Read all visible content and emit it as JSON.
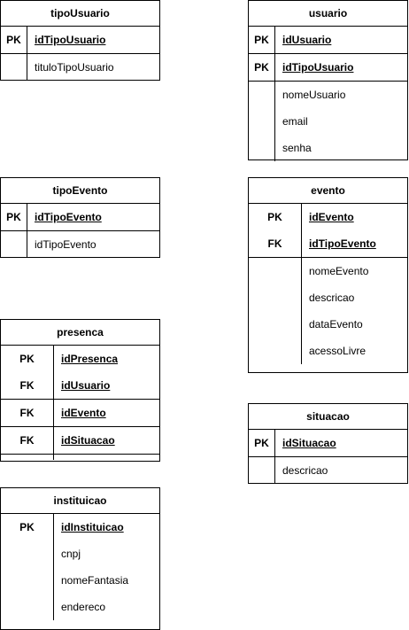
{
  "tables": {
    "tipoUsuario": {
      "title": "tipoUsuario",
      "rows": [
        {
          "key": "PK",
          "field": "idTipoUsuario"
        },
        {
          "key": "",
          "field": "tituloTipoUsuario"
        }
      ]
    },
    "usuario": {
      "title": "usuario",
      "rows": [
        {
          "key": "PK",
          "field": "idUsuario"
        },
        {
          "key": "PK",
          "field": "idTipoUsuario"
        },
        {
          "key": "",
          "field": "nomeUsuario"
        },
        {
          "key": "",
          "field": "email"
        },
        {
          "key": "",
          "field": "senha"
        }
      ]
    },
    "tipoEvento": {
      "title": "tipoEvento",
      "rows": [
        {
          "key": "PK",
          "field": "idTipoEvento"
        },
        {
          "key": "",
          "field": "idTipoEvento"
        }
      ]
    },
    "evento": {
      "title": "evento",
      "rows": [
        {
          "key": "PK",
          "field": "idEvento"
        },
        {
          "key": "FK",
          "field": "idTipoEvento"
        },
        {
          "key": "",
          "field": "nomeEvento"
        },
        {
          "key": "",
          "field": "descricao"
        },
        {
          "key": "",
          "field": "dataEvento"
        },
        {
          "key": "",
          "field": "acessoLivre"
        }
      ]
    },
    "presenca": {
      "title": "presenca",
      "rows": [
        {
          "key": "PK",
          "field": "idPresenca"
        },
        {
          "key": "FK",
          "field": "idUsuario"
        },
        {
          "key": "FK",
          "field": "idEvento"
        },
        {
          "key": "FK",
          "field": "idSituacao"
        }
      ]
    },
    "situacao": {
      "title": "situacao",
      "rows": [
        {
          "key": "PK",
          "field": "idSituacao"
        },
        {
          "key": "",
          "field": "descricao"
        }
      ]
    },
    "instituicao": {
      "title": "instituicao",
      "rows": [
        {
          "key": "PK",
          "field": "idInstituicao"
        },
        {
          "key": "",
          "field": "cnpj"
        },
        {
          "key": "",
          "field": "nomeFantasia"
        },
        {
          "key": "",
          "field": "endereco"
        }
      ]
    }
  }
}
